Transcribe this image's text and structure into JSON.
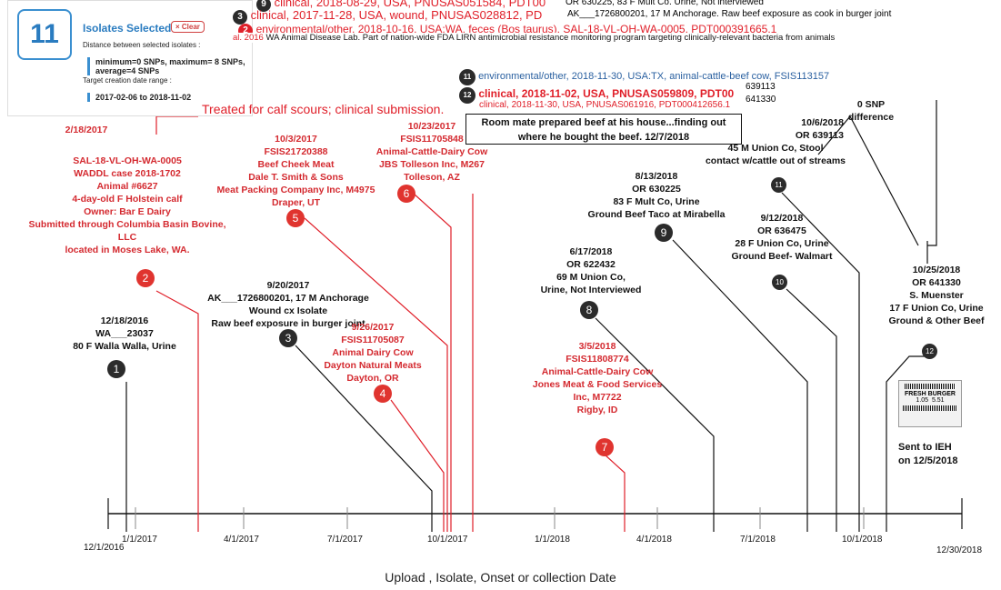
{
  "panel": {
    "count": "11",
    "title": "Isolates Selected",
    "clear_label": "× Clear",
    "distance_label": "Distance between selected isolates :",
    "stats": "minimum=0 SNPs, maximum= 8 SNPs, average=4 SNPs",
    "range_label": "Target creation date range :",
    "range_value": "2017-02-06 to 2018-11-02"
  },
  "top_list": [
    {
      "num": "9",
      "text": "clinical, 2018-08-29, USA, PNUSAS051584, PDT00",
      "color": "#e0202a"
    },
    {
      "num": "3",
      "text": "clinical, 2017-11-28, USA, wound, PNUSAS028812, PD",
      "color": "#e0202a"
    },
    {
      "num": "2",
      "text": "environmental/other, 2018-10-16, USA:WA, feces (Bos taurus), SAL-18-VL-OH-WA-0005, PDT000391665.1",
      "color": "#e0202a"
    }
  ],
  "top_notes": {
    "n1": "OR 630225, 83 F Mult Co. Urine, Not interviewed",
    "n2": "AK___1726800201, 17 M Anchorage. Raw beef exposure as cook in burger joint",
    "n3": "WA Animal Disease Lab. Part of nation-wide FDA LIRN antimicrobial resistance monitoring program targeting clinically-relevant bacteria from animals",
    "n3_prefix": "al. 2016"
  },
  "mid_list": [
    {
      "num": "11",
      "text": "environmental/other, 2018-11-30, USA:TX, animal-cattle-beef cow, FSIS113157",
      "right": ""
    },
    {
      "num": "12",
      "text": "clinical, 2018-11-02, USA, PNUSAS059809, PDT00",
      "right": "639113"
    },
    {
      "num": "",
      "text": "clinical, 2018-11-30, USA, PNUSAS061916, PDT000412656.1",
      "right": "641330"
    }
  ],
  "red_note": "Treated for calf scours; clinical submission.",
  "box_note": "Room mate prepared beef at his house...finding out where he bought the beef. 12/7/2018",
  "snp_note": "0 SNP difference",
  "cases": {
    "c1": [
      "12/18/2016",
      "WA___23037",
      "80 F Walla Walla, Urine"
    ],
    "c2": [
      "2/18/2017",
      "SAL-18-VL-OH-WA-0005",
      "WADDL case 2018-1702",
      "Animal #6627",
      "4-day-old F Holstein calf",
      "Owner: Bar E Dairy",
      "Submitted through Columbia Basin Bovine, LLC",
      "located in Moses Lake, WA."
    ],
    "c3": [
      "9/20/2017",
      "AK___1726800201, 17 M Anchorage",
      "Wound cx Isolate",
      "Raw beef exposure in burger joint"
    ],
    "c4": [
      "9/26/2017",
      "FSIS11705087",
      "Animal Dairy Cow",
      "Dayton Natural Meats",
      "Dayton, OR"
    ],
    "c5": [
      "10/3/2017",
      "FSIS21720388",
      "Beef Cheek Meat",
      "Dale T. Smith & Sons",
      "Meat Packing Company Inc, M4975",
      "Draper, UT"
    ],
    "c6": [
      "10/23/2017",
      "FSIS11705848",
      "Animal-Cattle-Dairy Cow",
      "JBS Tolleson Inc, M267",
      "Tolleson, AZ"
    ],
    "c7": [
      "3/5/2018",
      "FSIS11808774",
      "Animal-Cattle-Dairy Cow",
      "Jones Meat & Food Services",
      "Inc, M7722",
      "Rigby, ID"
    ],
    "c8": [
      "6/17/2018",
      "OR 622432",
      "69 M Union Co,",
      "Urine, Not Interviewed"
    ],
    "c9": [
      "8/13/2018",
      "OR 630225",
      "83  F Mult Co, Urine",
      "Ground Beef Taco at Mirabella"
    ],
    "c10": [
      "9/12/2018",
      "OR 636475",
      "28 F Union Co, Urine",
      "Ground Beef- Walmart"
    ],
    "c11": [
      "10/6/2018",
      "OR 639113",
      "45 M Union Co, Stool",
      "contact w/cattle out of streams"
    ],
    "c12": [
      "10/25/2018",
      "OR 641330",
      "S. Muenster",
      "17 F Union Co, Urine",
      "Ground & Other Beef"
    ]
  },
  "sent_note": [
    "Sent to IEH",
    "on 12/5/2018"
  ],
  "label_image": {
    "line1": "FRESH BURGER",
    "price": "1.05",
    "total": "5.51"
  },
  "axis": {
    "ticks": [
      "12/1/2016",
      "1/1/2017",
      "4/1/2017",
      "7/1/2017",
      "10/1/2017",
      "1/1/2018",
      "4/1/2018",
      "7/1/2018",
      "10/1/2018",
      "12/30/2018"
    ],
    "title": "Upload , Isolate, Onset  or collection Date"
  },
  "colors": {
    "red": "#e0202a",
    "black": "#2b2b2b",
    "blue": "#2a7cc0"
  }
}
